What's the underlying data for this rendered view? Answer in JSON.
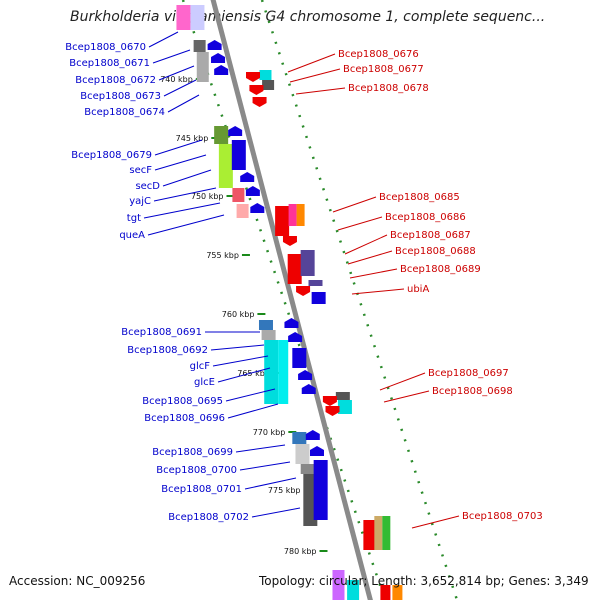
{
  "title": "Burkholderia vietnamiensis G4 chromosome 1, complete sequenc...",
  "accession": "Accession: NC_009256",
  "topology_info": "Topology: circular; Length: 3,652,814 bp; Genes: 3,349",
  "colors": {
    "forward_strand_label": "#0000cc",
    "reverse_strand_label": "#cc0000",
    "tick": "#1a8a1a"
  },
  "ticks": [
    "740 kbp",
    "745 kbp",
    "750 kbp",
    "755 kbp",
    "760 kbp",
    "765 kbp",
    "770 kbp",
    "775 kbp",
    "780 kbp"
  ],
  "left_labels": [
    "Bcep1808_0670",
    "Bcep1808_0671",
    "Bcep1808_0672",
    "Bcep1808_0673",
    "Bcep1808_0674",
    "Bcep1808_0679",
    "secF",
    "secD",
    "yajC",
    "tgt",
    "queA",
    "Bcep1808_0691",
    "Bcep1808_0692",
    "glcF",
    "glcE",
    "Bcep1808_0695",
    "Bcep1808_0696",
    "Bcep1808_0699",
    "Bcep1808_0700",
    "Bcep1808_0701",
    "Bcep1808_0702"
  ],
  "right_labels": [
    "Bcep1808_0676",
    "Bcep1808_0677",
    "Bcep1808_0678",
    "Bcep1808_0685",
    "Bcep1808_0686",
    "Bcep1808_0687",
    "Bcep1808_0688",
    "Bcep1808_0689",
    "ubiA",
    "Bcep1808_0697",
    "Bcep1808_0698",
    "Bcep1808_0703"
  ]
}
